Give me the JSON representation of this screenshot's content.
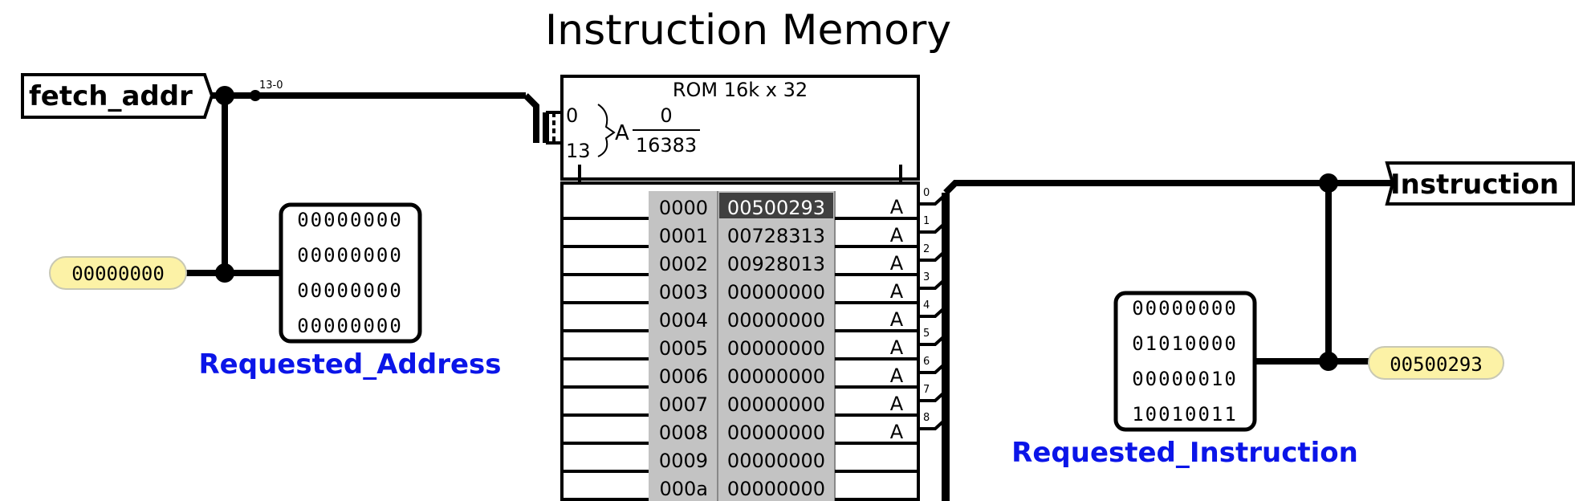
{
  "title": "Instruction Memory",
  "inputs": {
    "fetch_addr": "fetch_addr",
    "split_label": "13-0",
    "probe_value": "00000000"
  },
  "requested_address": {
    "label": "Requested_Address",
    "bits": [
      "00000000",
      "00000000",
      "00000000",
      "00000000"
    ]
  },
  "rom": {
    "title": "ROM 16k x 32",
    "addr_low": "0",
    "addr_high": "13",
    "addr_letter": "A",
    "range_low": "0",
    "range_high": "16383",
    "rows": [
      {
        "addr": "0000",
        "value": "00500293"
      },
      {
        "addr": "0001",
        "value": "00728313"
      },
      {
        "addr": "0002",
        "value": "00928013"
      },
      {
        "addr": "0003",
        "value": "00000000"
      },
      {
        "addr": "0004",
        "value": "00000000"
      },
      {
        "addr": "0005",
        "value": "00000000"
      },
      {
        "addr": "0006",
        "value": "00000000"
      },
      {
        "addr": "0007",
        "value": "00000000"
      },
      {
        "addr": "0008",
        "value": "00000000"
      },
      {
        "addr": "0009",
        "value": "00000000"
      },
      {
        "addr": "000a",
        "value": "00000000"
      }
    ],
    "selected_row": 0,
    "data_letter": "A",
    "bit_indices": [
      "0",
      "1",
      "2",
      "3",
      "4",
      "5",
      "6",
      "7",
      "8"
    ]
  },
  "outputs": {
    "instruction": "Instruction",
    "probe_value": "00500293"
  },
  "requested_instruction": {
    "label": "Requested_Instruction",
    "bits": [
      "00000000",
      "01010000",
      "00000010",
      "10010011"
    ]
  },
  "colors": {
    "wire": "#000000",
    "probe_fill": "#fcf2a6",
    "probe_border": "#c8c8b4",
    "label_blue": "#0b15e8",
    "rom_cell": "#c3c3c3",
    "rom_selected": "#404040"
  }
}
